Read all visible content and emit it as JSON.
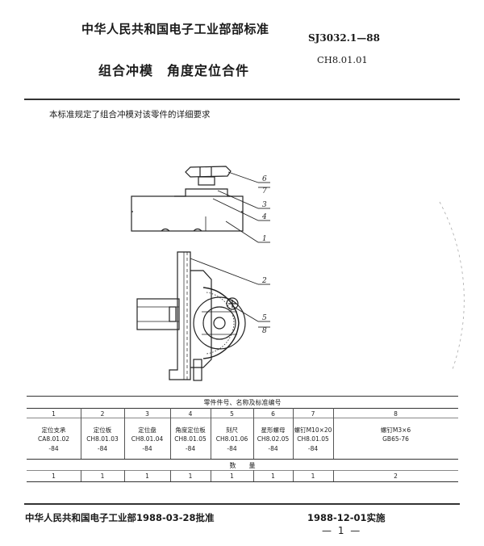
{
  "header": {
    "ministry": "中华人民共和国电子工业部部标准",
    "standard_number": "SJ3032.1—88",
    "title": "组合冲模　角度定位合件",
    "code": "CH8.01.01"
  },
  "scope_text": "本标准规定了组合冲模对该零件的详细要求",
  "drawing": {
    "callouts": [
      "6",
      "7",
      "3",
      "4",
      "1",
      "2",
      "5",
      "8"
    ]
  },
  "parts_table": {
    "caption": "零件件号、名称及标准编号",
    "numbers": [
      "1",
      "2",
      "3",
      "4",
      "5",
      "6",
      "7",
      "8"
    ],
    "names": [
      "定位支承",
      "定位板",
      "定位盘",
      "角度定位板",
      "刻尺",
      "星形螺母",
      "螺钉M10×20",
      "螺钉M3×6"
    ],
    "codes": [
      "CA8.01.02",
      "CH8.01.03",
      "CH8.01.04",
      "CH8.01.05",
      "CH8.01.06",
      "CH8.02.05",
      "CH8.01.05",
      "GB65-76"
    ],
    "years": [
      "-84",
      "-84",
      "-84",
      "-84",
      "-84",
      "-84",
      "-84",
      ""
    ],
    "quantity_label": "数　　量",
    "quantities": [
      "1",
      "1",
      "1",
      "1",
      "1",
      "1",
      "1",
      "2"
    ]
  },
  "footer": {
    "approval": "中华人民共和国电子工业部1988-03-28批准",
    "implementation": "1988-12-01实施",
    "page": "— 1 —"
  }
}
